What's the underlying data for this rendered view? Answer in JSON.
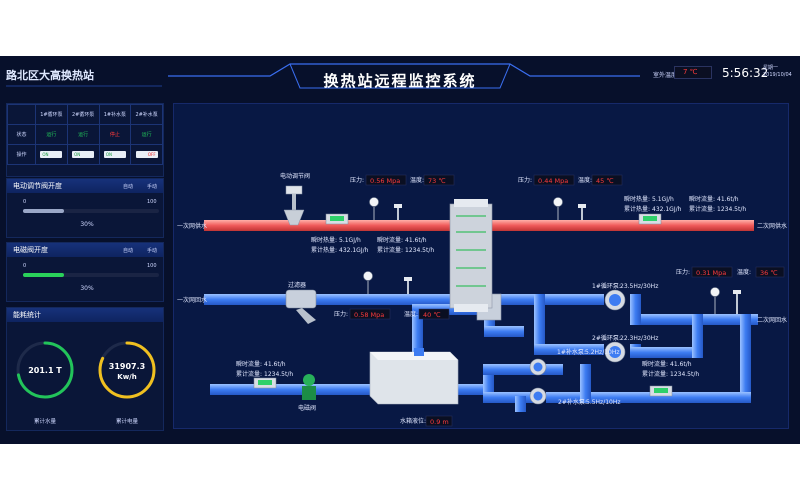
{
  "header": {
    "station_name": "路北区大高换热站",
    "title": "换热站远程监控系统",
    "outdoor_temp_label": "室外温度:",
    "outdoor_temp": "7 ℃",
    "time": "5:56:32",
    "weekday": "星期一",
    "date": "2019/10/04"
  },
  "pump_table": {
    "columns": [
      "1#循环泵",
      "2#循环泵",
      "1#补水泵",
      "2#补水泵"
    ],
    "rows": [
      {
        "label": "状态",
        "cells": [
          "运行",
          "运行",
          "停止",
          "运行"
        ]
      },
      {
        "label": "操作",
        "cells": [
          "ON",
          "ON",
          "ON",
          "OFF"
        ]
      }
    ],
    "colors": {
      "running": "#22c45a",
      "stopped": "#ff3b3b"
    }
  },
  "valve_electric": {
    "title": "电动调节阀开度",
    "mode_auto": "自动",
    "mode_manual": "手动",
    "min": "0",
    "max": "100",
    "percent": "30%",
    "level": 0.3,
    "color": "#9aa7c7"
  },
  "valve_solenoid": {
    "title": "电磁阀开度",
    "mode_auto": "自动",
    "mode_manual": "手动",
    "min": "0",
    "max": "100",
    "percent": "30%",
    "level": 0.3,
    "color": "#2ad15a"
  },
  "energy": {
    "title": "能耗统计",
    "water": {
      "value": "201.1 T",
      "label": "累计水量",
      "fraction": 0.72,
      "color": "#22c45a"
    },
    "power": {
      "value": "31907.3",
      "unit": "Kw/h",
      "label": "累计电量",
      "fraction": 0.82,
      "color": "#f0c020"
    }
  },
  "diagram": {
    "labels": {
      "primary_supply": "一次网供水",
      "primary_return": "一次网回水",
      "secondary_supply": "二次网供水",
      "secondary_return": "二次网回水",
      "control_valve": "电动调节阀",
      "filter": "过滤器",
      "solenoid_valve": "电磁阀",
      "pressure": "压力:",
      "temperature": "温度:",
      "flow_inst": "瞬时流量:",
      "flow_cum": "累计流量:",
      "inst_heat": "瞬时热量:",
      "cum_heat": "累计热量:",
      "tank_level_label": "水箱液位:"
    },
    "primary_supply": {
      "pressure": "0.56 Mpa",
      "temp": "73 ℃",
      "heat_inst": "5.1GJ/h",
      "heat_cum": "432.1GJ/h",
      "flow_inst": "41.6t/h",
      "flow_cum": "1234.5t/h"
    },
    "secondary_supply": {
      "pressure": "0.44 Mpa",
      "temp": "45 ℃",
      "heat_inst": "5.1GJ/h",
      "heat_cum": "432.1GJ/h",
      "flow_inst": "41.6t/h",
      "flow_cum": "1234.5t/h"
    },
    "primary_return": {
      "pressure": "0.58 Mpa",
      "temp": "40 ℃"
    },
    "secondary_return": {
      "pressure": "0.31 Mpa",
      "temp": "36 ℃"
    },
    "pumps": {
      "circ1": {
        "name": "1#循环泵:",
        "value": "23.5Hz/30Hz"
      },
      "circ2": {
        "name": "2#循环泵:",
        "value": "22.3Hz/30Hz"
      },
      "make1": {
        "name": "1#补水泵:",
        "value": "5.2Hz/10Hz"
      },
      "make2": {
        "name": "2#补水泵:",
        "value": "5.5Hz/10Hz"
      }
    },
    "makeup_meter": {
      "flow_inst": "41.6t/h",
      "flow_cum": "1234.5t/h"
    },
    "inlet_meter": {
      "flow_inst": "41.6t/h",
      "flow_cum": "1234.5t/h"
    },
    "tank_level": "0.9 m",
    "colors": {
      "hot": "#f05a5a",
      "cold": "#3d7cf2"
    }
  }
}
